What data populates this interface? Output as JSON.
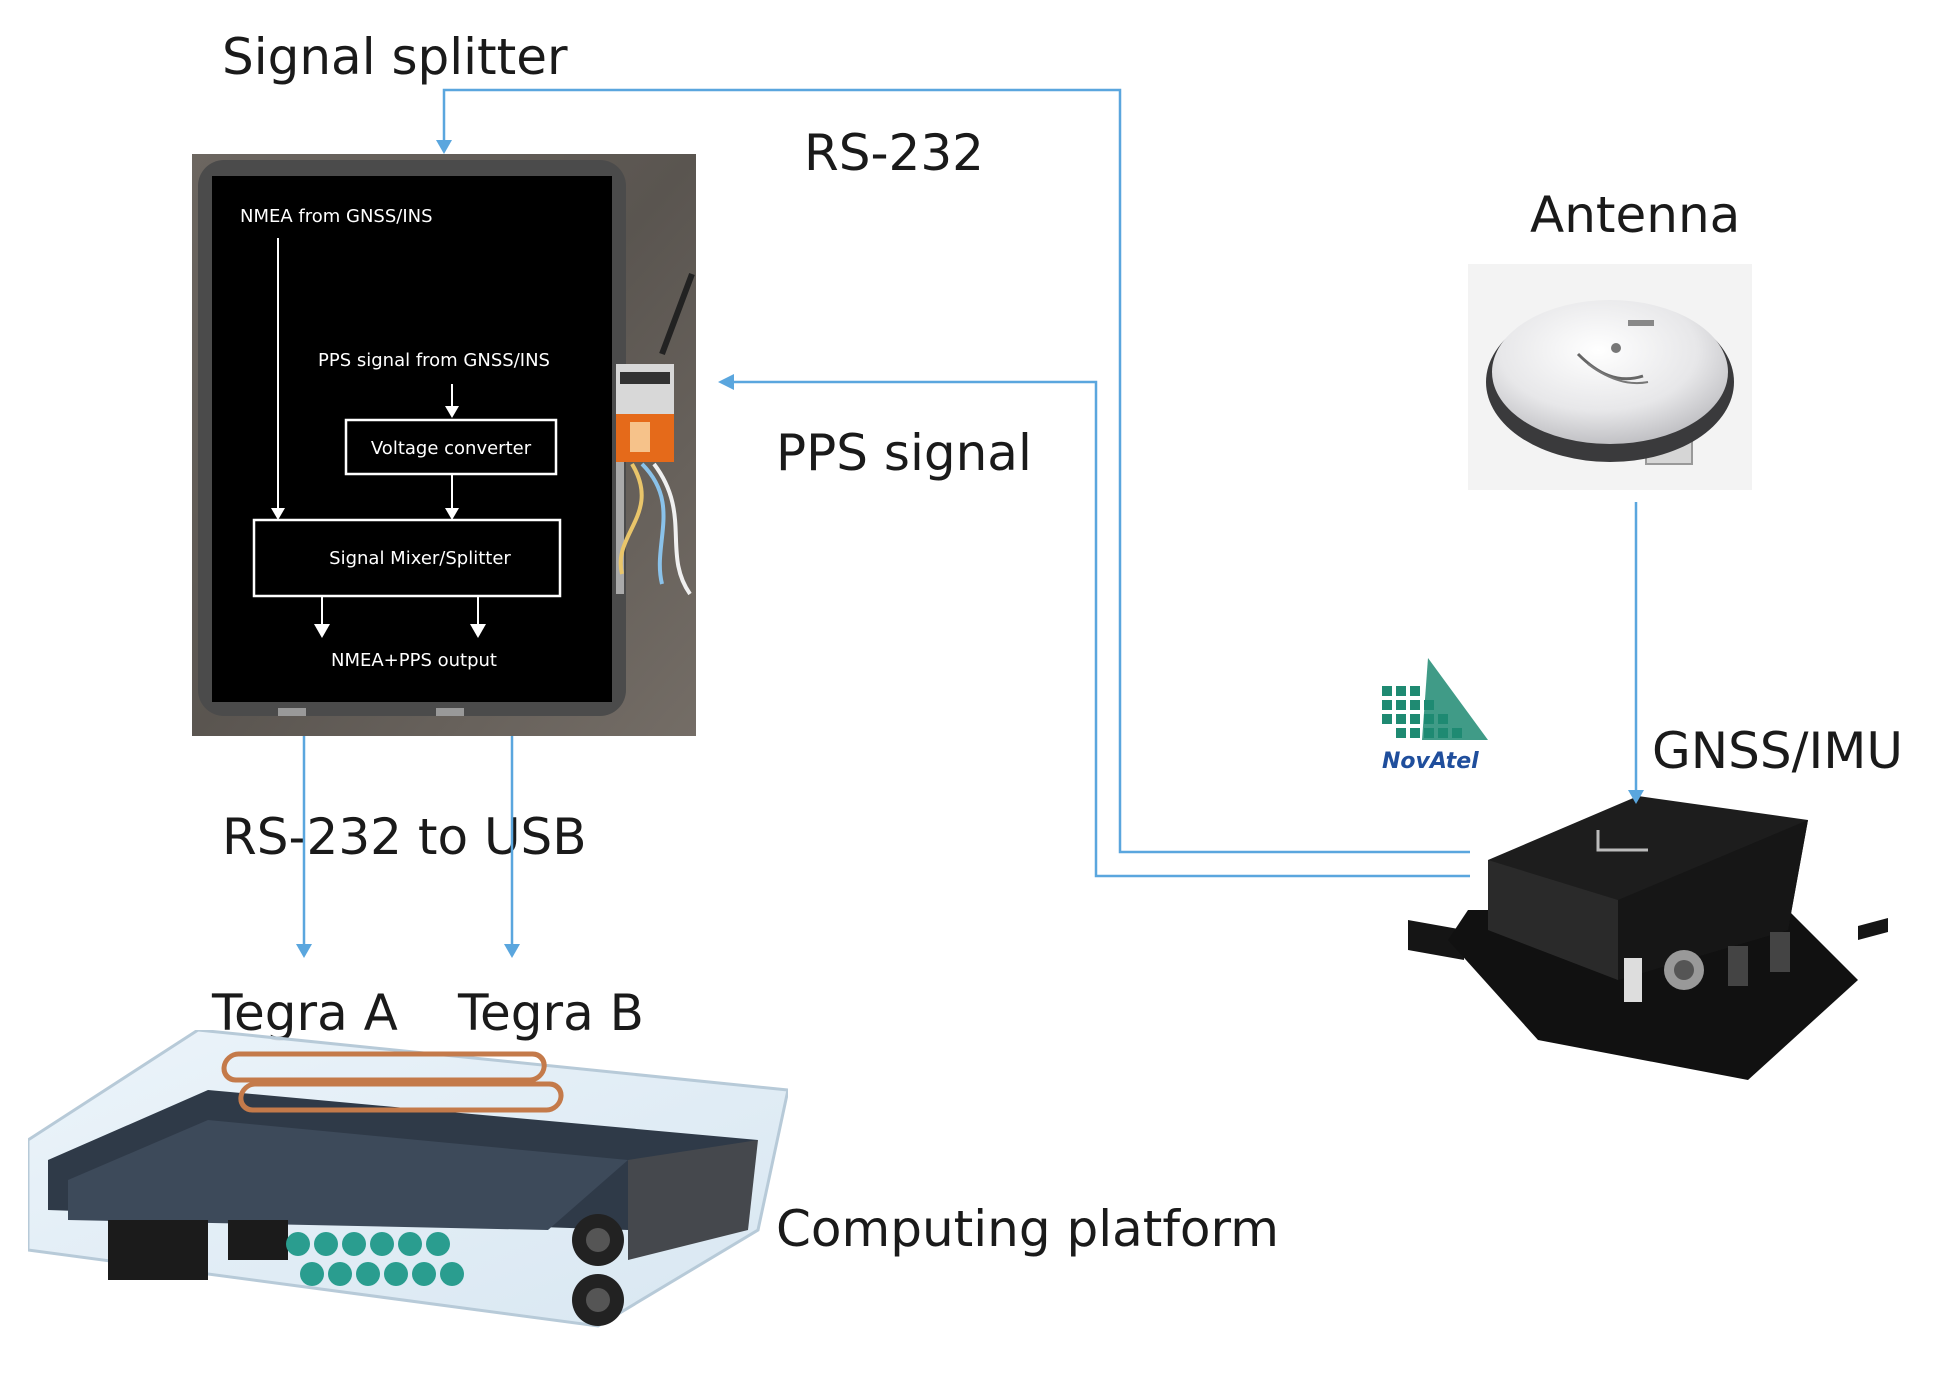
{
  "labels": {
    "signal_splitter": "Signal splitter",
    "rs232": "RS-232",
    "antenna": "Antenna",
    "pps_signal": "PPS signal",
    "gnss_imu": "GNSS/IMU",
    "rs232_to_usb": "RS-232 to USB",
    "tegra_a": "Tegra A",
    "tegra_b": "Tegra B",
    "computing_platform": "Computing platform"
  },
  "splitter_box": {
    "nmea_input": "NMEA from GNSS/INS",
    "pps_input": "PPS signal from GNSS/INS",
    "voltage_converter": "Voltage converter",
    "mixer": "Signal Mixer/Splitter",
    "output": "NMEA+PPS output"
  },
  "logo": {
    "brand": "NovAtel"
  },
  "colors": {
    "wire": "#5aa6de",
    "box": "#000000",
    "board": "#2f3a48",
    "connector": "#2a9d8f"
  }
}
